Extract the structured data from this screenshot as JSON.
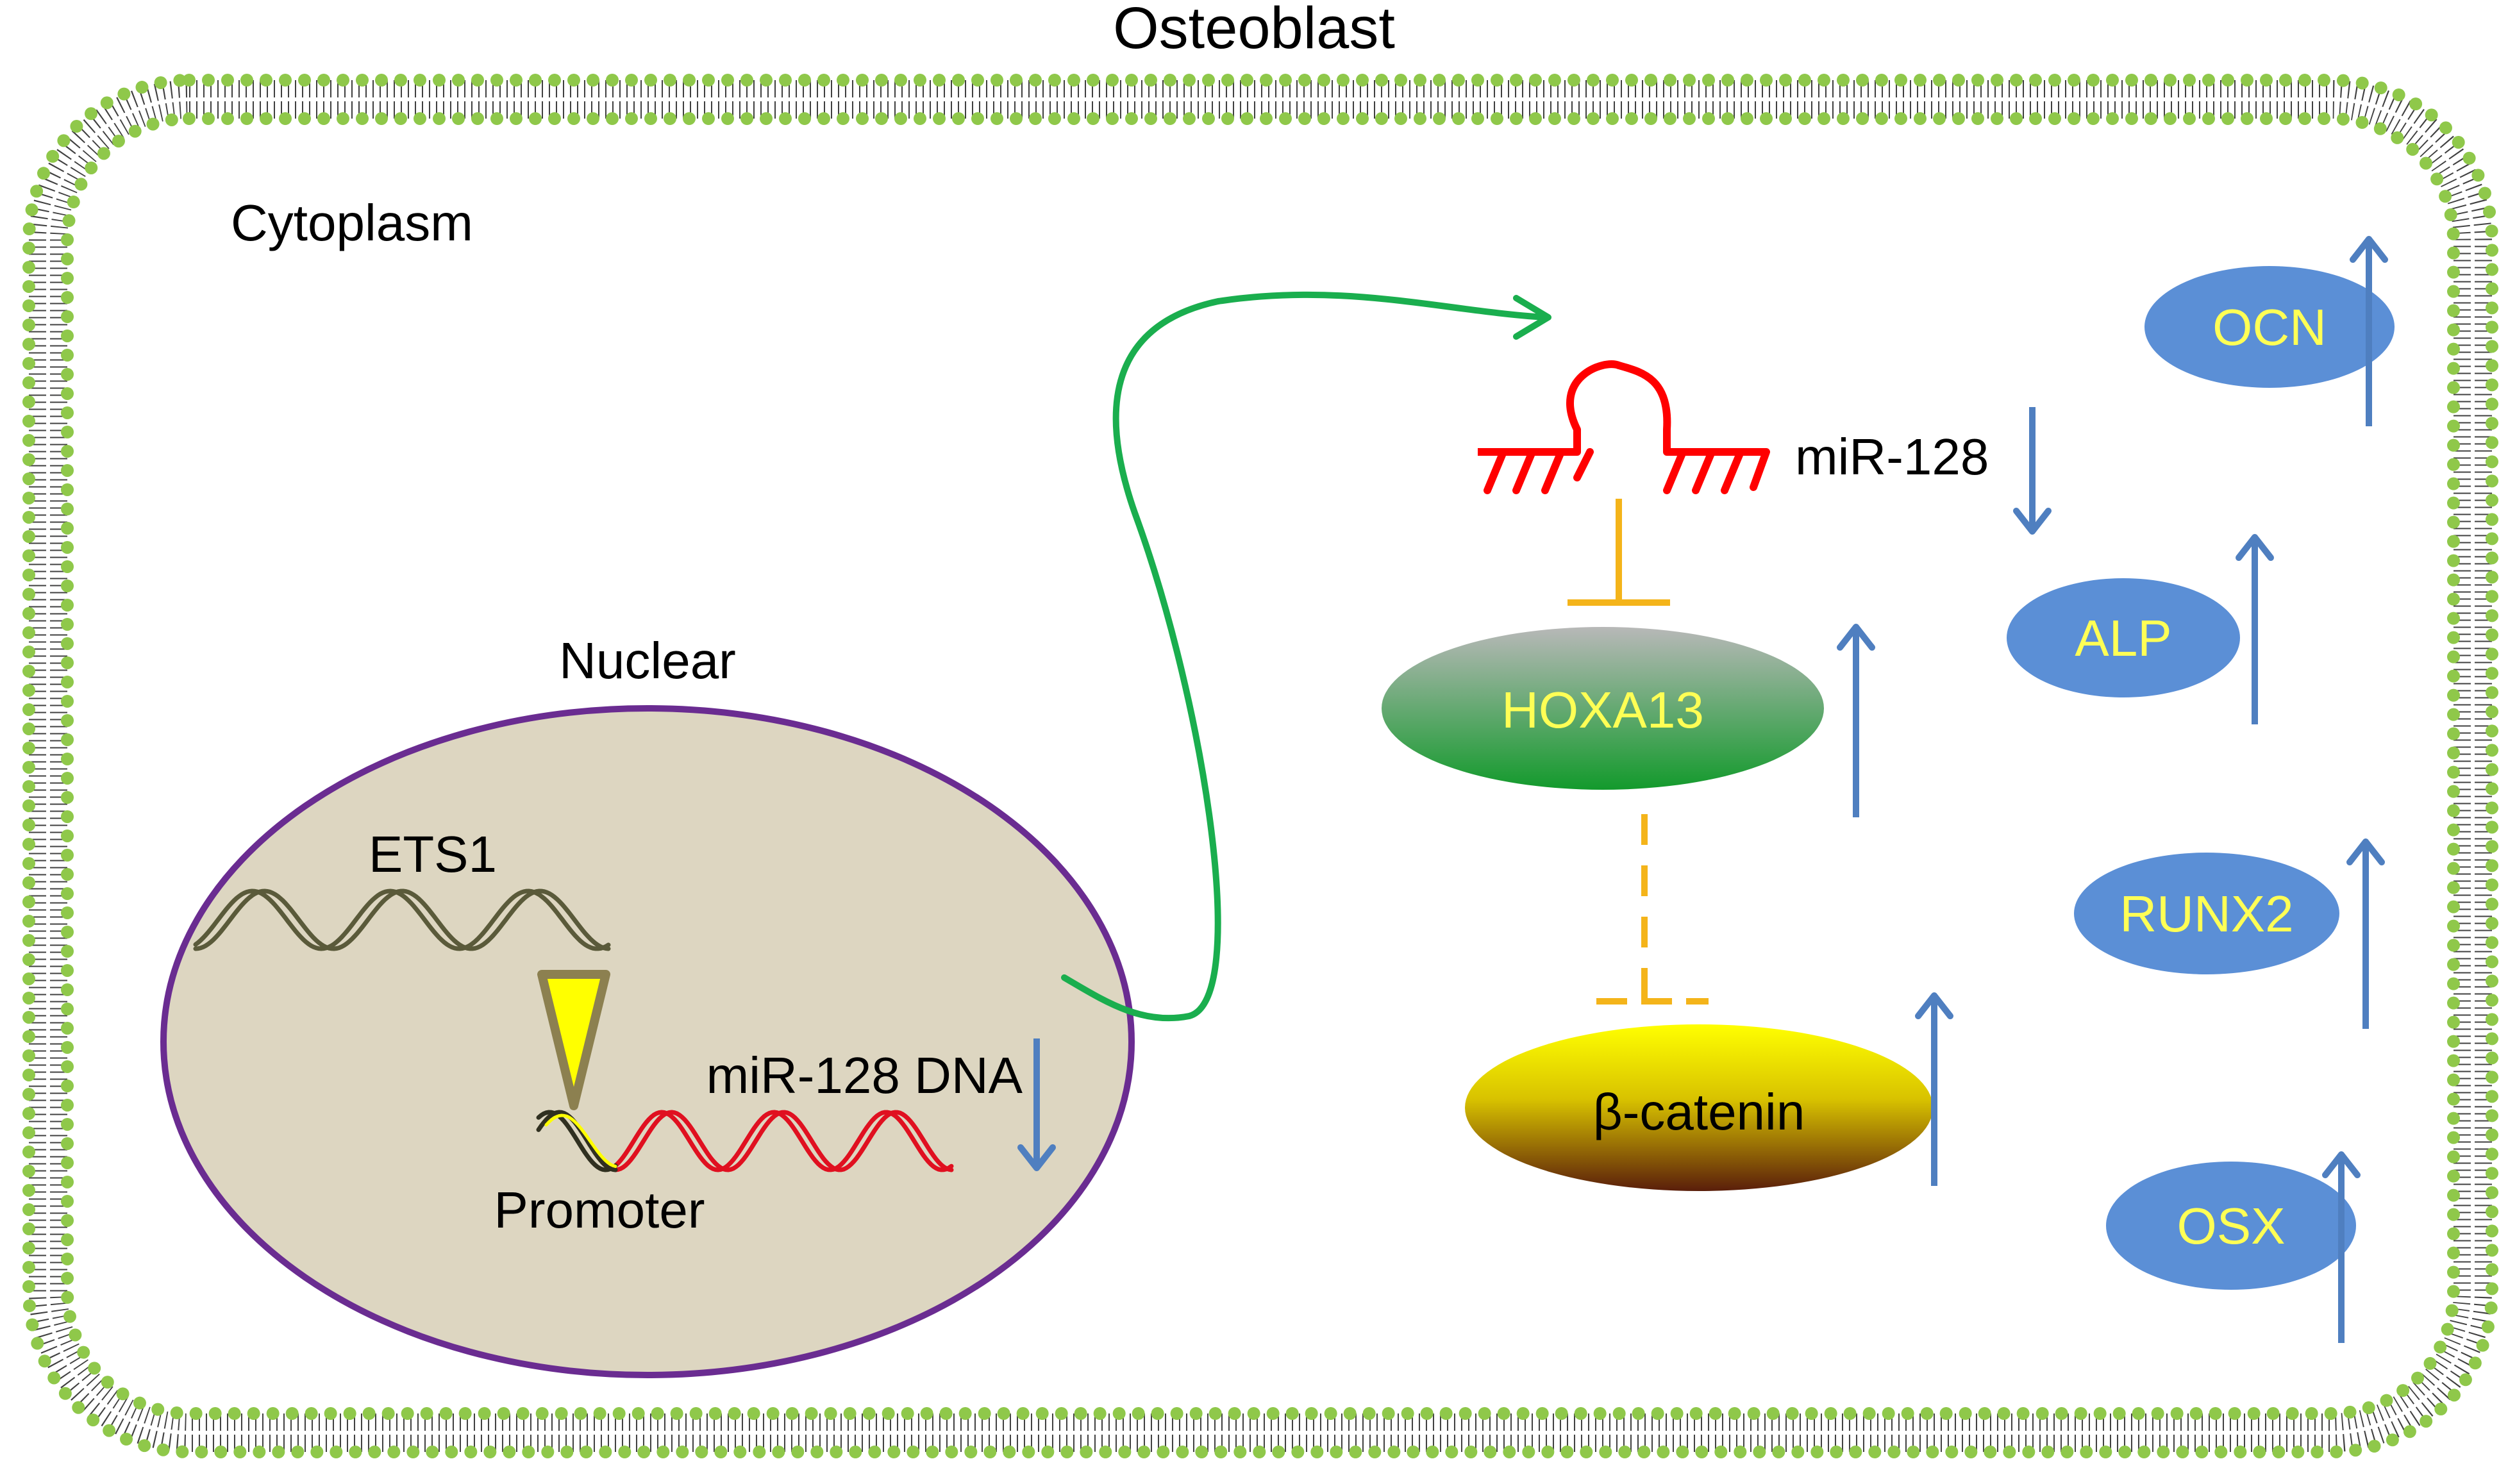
{
  "title": "Osteoblast",
  "compartments": {
    "cytoplasm": "Cytoplasm",
    "nucleus": "Nuclear"
  },
  "nucleus": {
    "tf_label": "ETS1",
    "gene_label": "miR-128 DNA",
    "promoter_label": "Promoter"
  },
  "mirna": {
    "label": "miR-128"
  },
  "pathway": {
    "hoxa13": "HOXA13",
    "beta_catenin": "β-catenin"
  },
  "markers": {
    "ocn": "OCN",
    "alp": "ALP",
    "runx2": "RUNX2",
    "osx": "OSX"
  },
  "colors": {
    "membrane_head": "#8fc84a",
    "membrane_tail": "#404040",
    "nucleus_fill": "#ddd6c1",
    "nucleus_border": "#6a2c91",
    "dna_dark": "#5a5a3a",
    "dna_red": "#e01020",
    "promoter_yellow": "#ffff00",
    "green_arrow": "#1aae4e",
    "inhibit_orange": "#f4b41a",
    "mirna_red": "#ff0000",
    "change_arrow": "#4f7fc0",
    "marker_fill": "#5b8fd6",
    "marker_text": "#ffff55",
    "hoxa13_top": "#b8b8b8",
    "hoxa13_bottom": "#139a2c",
    "catenin_top": "#ffff00",
    "catenin_bottom": "#5a1e0a"
  },
  "changes": {
    "mir128_dna": "down",
    "mir128": "down",
    "hoxa13": "up",
    "beta_catenin": "up",
    "ocn": "up",
    "alp": "up",
    "runx2": "up",
    "osx": "up"
  }
}
